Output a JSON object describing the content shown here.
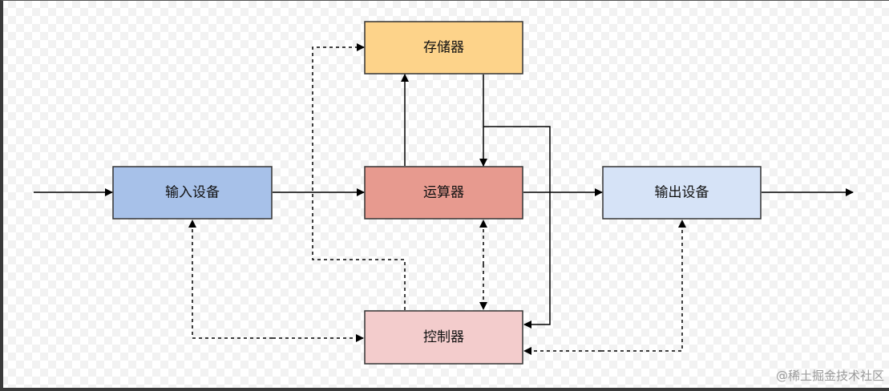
{
  "diagram": {
    "nodes": {
      "memory": {
        "label": "存储器",
        "color": "#fdd38a"
      },
      "input": {
        "label": "输入设备",
        "color": "#a7c1e9"
      },
      "alu": {
        "label": "运算器",
        "color": "#e79a8f"
      },
      "output": {
        "label": "输出设备",
        "color": "#d6e3f7"
      },
      "control": {
        "label": "控制器",
        "color": "#f3cccc"
      }
    },
    "edges": [
      {
        "from": "outside",
        "to": "input",
        "style": "solid"
      },
      {
        "from": "input",
        "to": "alu",
        "style": "solid"
      },
      {
        "from": "alu",
        "to": "output",
        "style": "solid"
      },
      {
        "from": "output",
        "to": "outside",
        "style": "solid"
      },
      {
        "from": "alu",
        "to": "memory",
        "style": "solid"
      },
      {
        "from": "memory",
        "to": "alu",
        "style": "solid"
      },
      {
        "from": "memory",
        "to": "control",
        "style": "solid"
      },
      {
        "from": "control",
        "to": "memory",
        "style": "dashed"
      },
      {
        "from": "control",
        "to": "alu",
        "style": "dashed",
        "bidirectional": true
      },
      {
        "from": "control",
        "to": "input",
        "style": "dashed",
        "bidirectional": true
      },
      {
        "from": "control",
        "to": "output",
        "style": "dashed",
        "bidirectional": true
      }
    ]
  },
  "watermark": "@稀土掘金技术社区"
}
